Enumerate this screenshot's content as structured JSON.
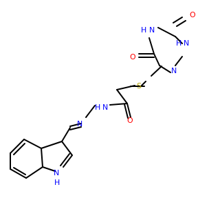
{
  "colors": {
    "bond": "#000000",
    "carbon": "#000000",
    "nitrogen": "#0000FF",
    "oxygen": "#FF0000",
    "sulfur": "#B2A200",
    "background": "#FFFFFF"
  },
  "molecule": {
    "atoms": {
      "o_top": {
        "symbol": "O",
        "label": "O",
        "element": "oxygen"
      },
      "nh_ring": {
        "symbol": "N",
        "label": "H",
        "element": "nitrogen"
      },
      "n_ring_h": {
        "symbol": "N",
        "label": "N",
        "element": "nitrogen"
      },
      "nh_ring_right": {
        "symbol": "N",
        "label": "H",
        "element": "nitrogen"
      },
      "n_ring_right": {
        "symbol": "N",
        "label": "N",
        "element": "nitrogen"
      },
      "o_left": {
        "symbol": "O",
        "label": "O",
        "element": "oxygen"
      },
      "n_ring_lower": {
        "symbol": "N",
        "label": "N",
        "element": "nitrogen"
      },
      "s_thioether": {
        "symbol": "S",
        "label": "S",
        "element": "sulfur"
      },
      "nh_hydrazide": {
        "symbol": "N",
        "label": "H",
        "element": "nitrogen"
      },
      "n_hydrazide": {
        "symbol": "N",
        "label": "N",
        "element": "nitrogen"
      },
      "o_amide": {
        "symbol": "O",
        "label": "O",
        "element": "oxygen"
      },
      "n_imine": {
        "symbol": "N",
        "label": "N",
        "element": "nitrogen"
      },
      "nh_indole_n": {
        "symbol": "N",
        "label": "N",
        "element": "nitrogen"
      },
      "nh_indole_h": {
        "symbol": "H",
        "label": "H",
        "element": "nitrogen"
      }
    }
  }
}
